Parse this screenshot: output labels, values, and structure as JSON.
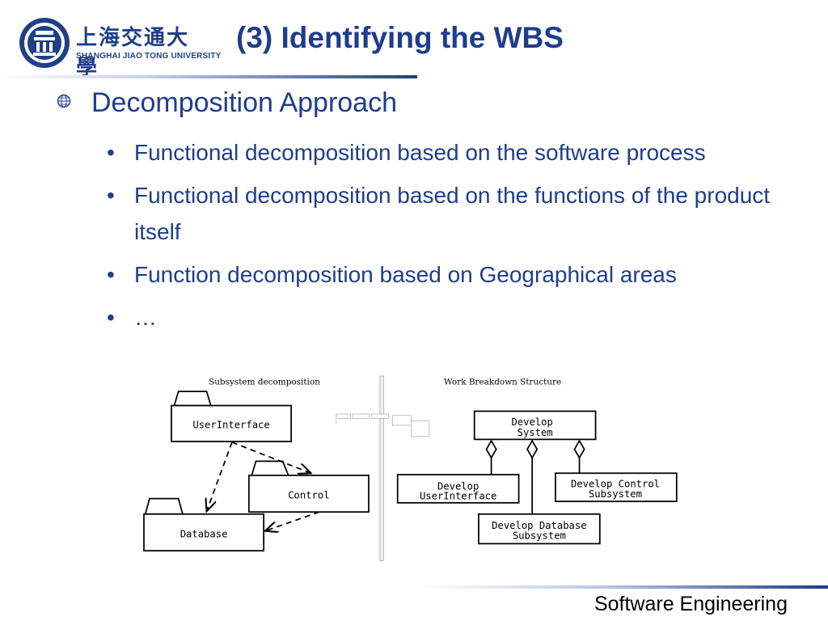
{
  "logo": {
    "chinese": "上海交通大學",
    "english": "SHANGHAI JIAO TONG UNIVERSITY"
  },
  "title": "(3) Identifying the WBS",
  "main_bullet": "Decomposition Approach",
  "sub_bullets": [
    "Functional decomposition based on the software process",
    "Functional decomposition based on the functions of the product itself",
    "Function decomposition based on Geographical areas",
    "…"
  ],
  "diagram": {
    "left_caption": "Subsystem decomposition",
    "right_caption": "Work Breakdown Structure",
    "packages": [
      "UserInterface",
      "Control",
      "Database"
    ],
    "wbs_root": [
      "Develop",
      "System"
    ],
    "wbs_children": [
      [
        "Develop",
        "UserInterface"
      ],
      [
        "Develop Database",
        "Subsystem"
      ],
      [
        "Develop Control",
        "Subsystem"
      ]
    ]
  },
  "footer": "Software Engineering",
  "colors": {
    "accent": "#1f3d8c",
    "text": "#1f3d8c"
  }
}
